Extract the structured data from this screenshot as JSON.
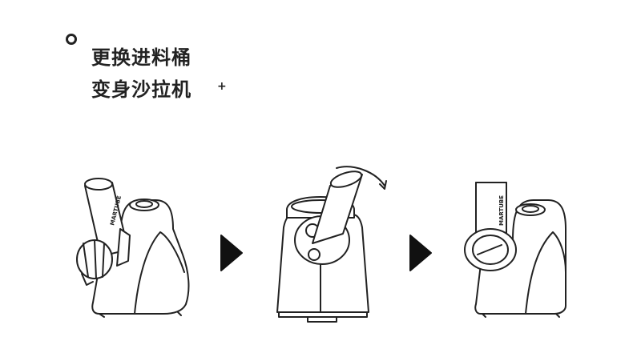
{
  "header": {
    "line1": "更换进料桶",
    "line2": "变身沙拉机",
    "plus": "+"
  },
  "steps": [
    {
      "brand": "MARTUBE"
    },
    {
      "brand": ""
    },
    {
      "brand": "MARTUBE"
    }
  ],
  "icons": [
    "circle-marker-icon",
    "play-arrow-icon",
    "rotate-arrow-icon"
  ],
  "colors": {
    "line": "#222222",
    "fill": "#ffffff"
  }
}
